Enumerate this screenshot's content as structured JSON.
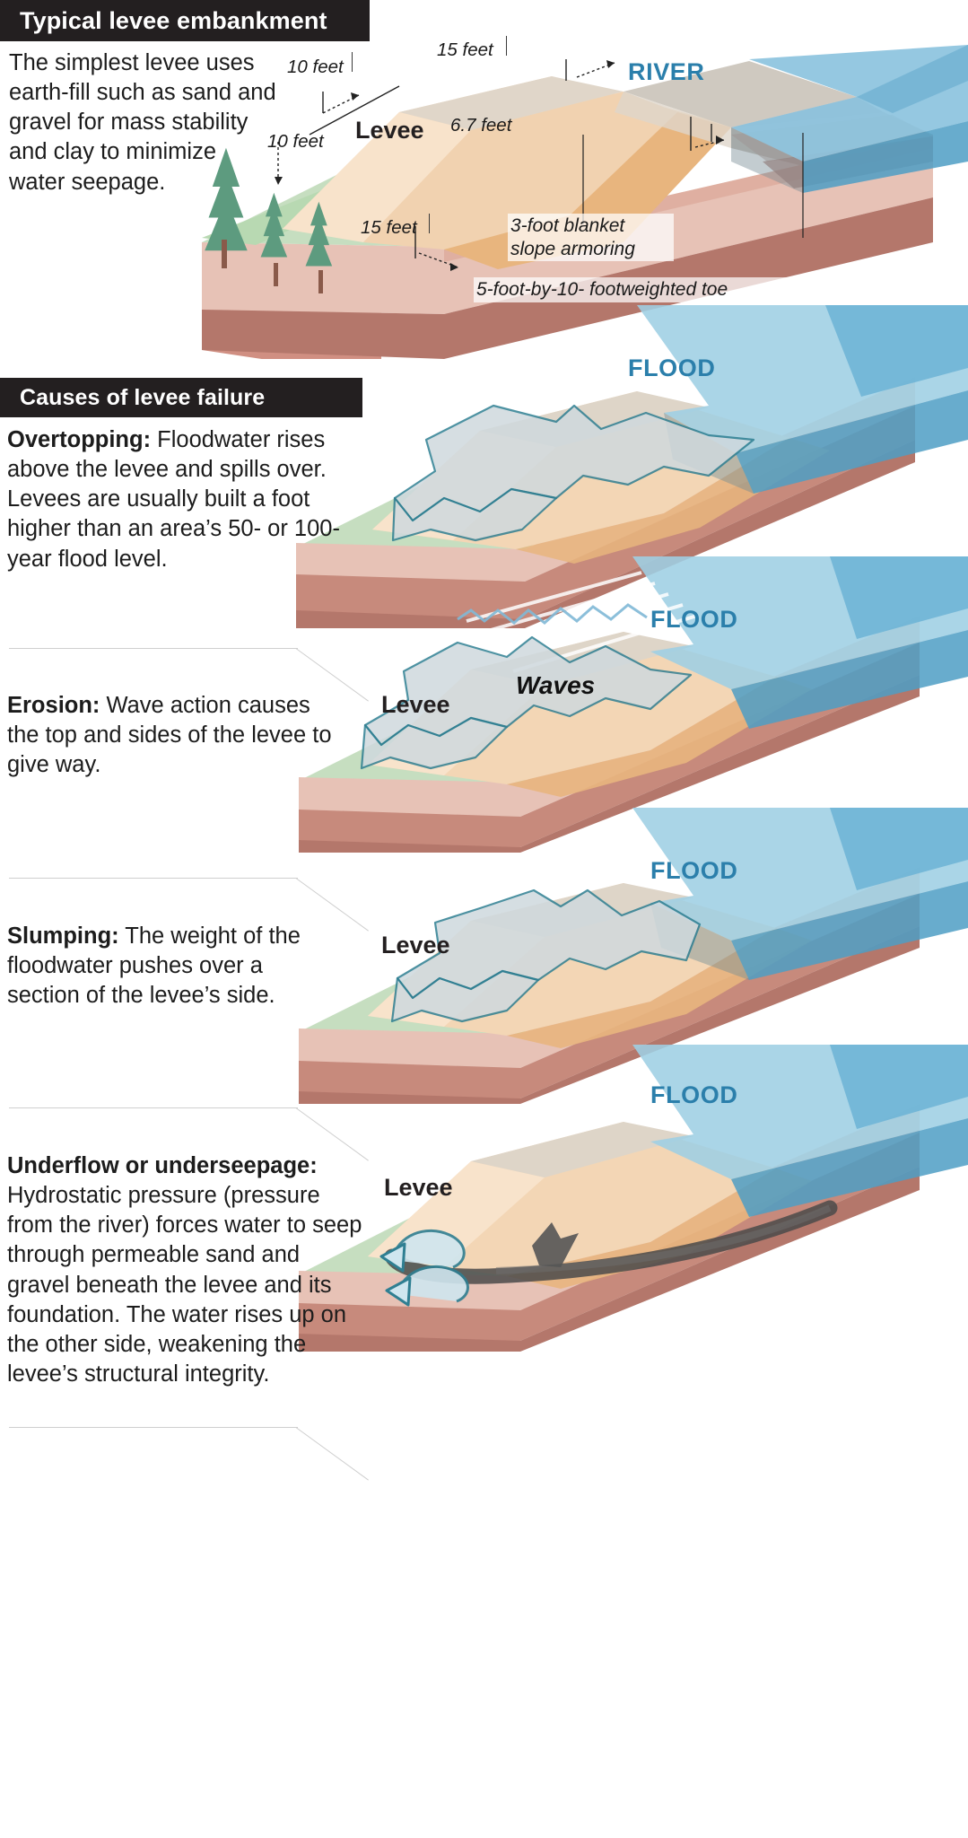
{
  "sections": {
    "embankment": {
      "header": "Typical levee embankment",
      "intro": "The simplest levee uses earth-fill such as sand and gravel for mass stability and clay to minimize water seepage.",
      "labels": {
        "river": "RIVER",
        "levee": "Levee"
      },
      "dimensions": {
        "crest_width": "10 feet",
        "height": "10 feet",
        "berm_width": "15 feet",
        "riverside_height": "6.7 feet",
        "landside_width": "15 feet"
      },
      "callouts": {
        "blanket": "3-foot blanket slope armoring",
        "toe": "5-foot-by-10- footweighted toe"
      }
    },
    "failures": {
      "header": "Causes of levee failure",
      "items": [
        {
          "term": "Overtopping:",
          "text": " Floodwater rises above the levee and spills over. Levees are usually built a foot higher than an area’s 50- or 100-year flood level.",
          "diagram_labels": {
            "flood": "FLOOD"
          }
        },
        {
          "term": "Erosion:",
          "text": " Wave action causes the top and sides of the levee to give way.",
          "diagram_labels": {
            "flood": "FLOOD",
            "levee": "Levee",
            "waves": "Waves"
          }
        },
        {
          "term": "Slumping:",
          "text": " The weight of the floodwater pushes over a section of the levee’s side.",
          "diagram_labels": {
            "flood": "FLOOD",
            "levee": "Levee"
          }
        },
        {
          "term": "Underflow or underseepage:",
          "text": " Hydrostatic pressure (pressure from the river) forces water to seep through permeable sand and gravel beneath the levee and its foundation. The water rises up on the other side, weakening the levee’s structural integrity.",
          "diagram_labels": {
            "flood": "FLOOD",
            "levee": "Levee"
          }
        }
      ]
    }
  },
  "colors": {
    "header_bar": "#231f20",
    "water_blue": "#2b7fab",
    "water_fill_light": "#bcdcec",
    "water_fill_mid": "#6aaed0",
    "levee_sand_light": "#f7e0c6",
    "levee_sand": "#f1d2b0",
    "levee_tan": "#e8b57e",
    "clay_green": "#b8d9b2",
    "soil_pink": "#e7c2b6",
    "soil_rose": "#d59a8c",
    "soil_brown": "#b4776b",
    "gray_cap": "#cfc9c0"
  }
}
